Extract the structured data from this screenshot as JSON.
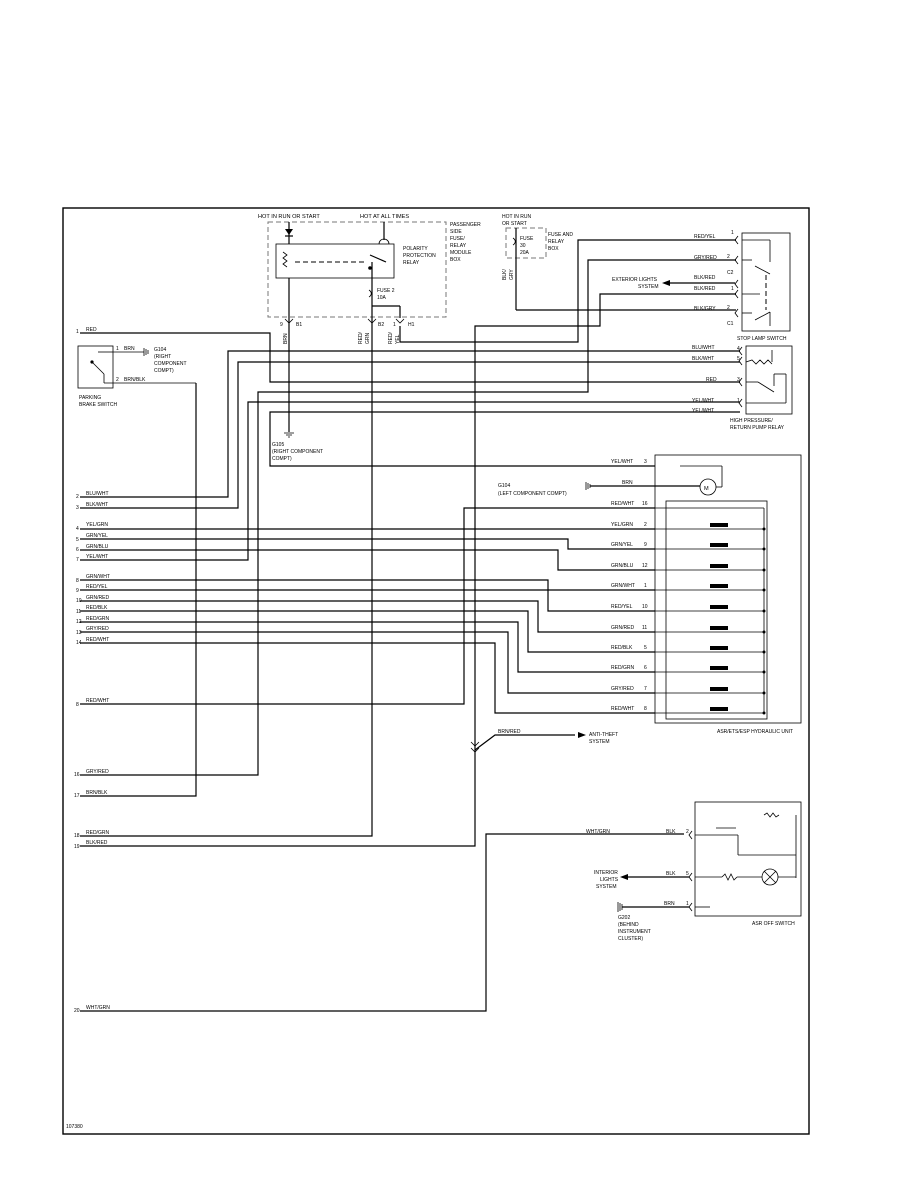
{
  "figure_id": "107380",
  "top": {
    "hot_run_start": "HOT IN RUN OR START",
    "hot_all_times": "HOT AT ALL TIMES",
    "pssfr_box": [
      "PASSENGER",
      "SIDE",
      "FUSE/",
      "RELAY",
      "MODULE",
      "BOX"
    ],
    "polarity_relay": [
      "POLARITY",
      "PROTECTION",
      "RELAY"
    ],
    "fuse2": [
      "FUSE 2",
      "10A"
    ],
    "hot_run_start2": [
      "HOT IN RUN",
      "OR START"
    ],
    "fuse30": [
      "FUSE",
      "30",
      "20A"
    ],
    "fuse_relay_box": [
      "FUSE AND",
      "RELAY",
      "BOX"
    ],
    "conn_pins": [
      "9",
      "B1",
      "B2",
      "1",
      "H1"
    ],
    "wire_brn_v": "BRN",
    "wire_redgrn_v": [
      "RED/",
      "GRN"
    ],
    "wire_redyel_v": [
      "RED/",
      "YEL"
    ],
    "wire_blkgry_v": [
      "BLK/",
      "GRY"
    ]
  },
  "stop_lamp": {
    "wires": [
      "RED/YEL",
      "GRY/RED",
      "BLK/RED",
      "BLK/RED",
      "BLK/GRY"
    ],
    "pins": [
      "1",
      "2",
      "C2",
      "1",
      "2",
      "C1"
    ],
    "exterior": [
      "EXTERIOR LIGHTS",
      "SYSTEM"
    ],
    "label": "STOP LAMP SWITCH"
  },
  "pump_relay": {
    "wires": [
      "BLU/WHT",
      "BLK/WHT",
      "RED",
      "YEL/WHT",
      "YEL/WHT"
    ],
    "pins": [
      "4",
      "5",
      "3",
      "1"
    ],
    "label": [
      "HIGH PRESSURE/",
      "RETURN PUMP RELAY"
    ]
  },
  "parking": {
    "pin1": "1",
    "brn": "BRN",
    "g104": [
      "G104",
      "(RIGHT",
      "COMPONENT",
      "COMPT)"
    ],
    "pin2": "2",
    "brnblk": "BRN/BLK",
    "label": [
      "PARKING",
      "BRAKE SWITCH"
    ]
  },
  "g105": [
    "G105",
    "(RIGHT COMPONENT",
    "COMPT)"
  ],
  "left_wires": [
    {
      "pin": "1",
      "color": "RED"
    },
    {
      "pin": "2",
      "color": "BLU/WHT"
    },
    {
      "pin": "3",
      "color": "BLK/WHT"
    },
    {
      "pin": "4",
      "color": "YEL/GRN"
    },
    {
      "pin": "5",
      "color": "GRN/YEL"
    },
    {
      "pin": "6",
      "color": "GRN/BLU"
    },
    {
      "pin": "7",
      "color": "YEL/WHT"
    },
    {
      "pin": "8",
      "color": "GRN/WHT"
    },
    {
      "pin": "9",
      "color": "RED/YEL"
    },
    {
      "pin": "10",
      "color": "GRN/RED"
    },
    {
      "pin": "11",
      "color": "RED/BLK"
    },
    {
      "pin": "12",
      "color": "RED/GRN"
    },
    {
      "pin": "13",
      "color": "GRY/RED"
    },
    {
      "pin": "14",
      "color": "RED/WHT"
    },
    {
      "pin": "8",
      "color": "RED/WHT"
    },
    {
      "pin": "16",
      "color": "GRY/RED"
    },
    {
      "pin": "17",
      "color": "BRN/BLK"
    },
    {
      "pin": "18",
      "color": "RED/GRN"
    },
    {
      "pin": "19",
      "color": "BLK/RED"
    },
    {
      "pin": "20",
      "color": "WHT/GRN"
    }
  ],
  "hydraulic": {
    "label": "ASR/ETS/ESP HYDRAULIC UNIT",
    "motor": "M",
    "g104": [
      "G104",
      "(LEFT COMPONENT COMPT)"
    ],
    "wires": [
      {
        "color": "YEL/WHT",
        "pin": "3"
      },
      {
        "color": "BRN",
        "pin": ""
      },
      {
        "color": "RED/WHT",
        "pin": "16"
      },
      {
        "color": "YEL/GRN",
        "pin": "2"
      },
      {
        "color": "GRN/YEL",
        "pin": "9"
      },
      {
        "color": "GRN/BLU",
        "pin": "12"
      },
      {
        "color": "GRN/WHT",
        "pin": "1"
      },
      {
        "color": "RED/YEL",
        "pin": "10"
      },
      {
        "color": "GRN/RED",
        "pin": "11"
      },
      {
        "color": "RED/BLK",
        "pin": "5"
      },
      {
        "color": "RED/GRN",
        "pin": "6"
      },
      {
        "color": "GRY/RED",
        "pin": "7"
      },
      {
        "color": "RED/WHT",
        "pin": "8"
      }
    ]
  },
  "antitheft": {
    "wire": "BRN/RED",
    "label": [
      "ANTI-THEFT",
      "SYSTEM"
    ]
  },
  "asr_switch": {
    "wire_in": "WHT/GRN",
    "wires": [
      {
        "color": "BLK",
        "pin": "2"
      },
      {
        "color": "BLK",
        "pin": "5"
      },
      {
        "color": "BRN",
        "pin": "1"
      }
    ],
    "interior": [
      "INTERIOR",
      "LIGHTS",
      "SYSTEM"
    ],
    "g202": [
      "G202",
      "(BEHIND",
      "INSTRUMENT",
      "CLUSTER)"
    ],
    "label": "ASR OFF SWITCH"
  }
}
